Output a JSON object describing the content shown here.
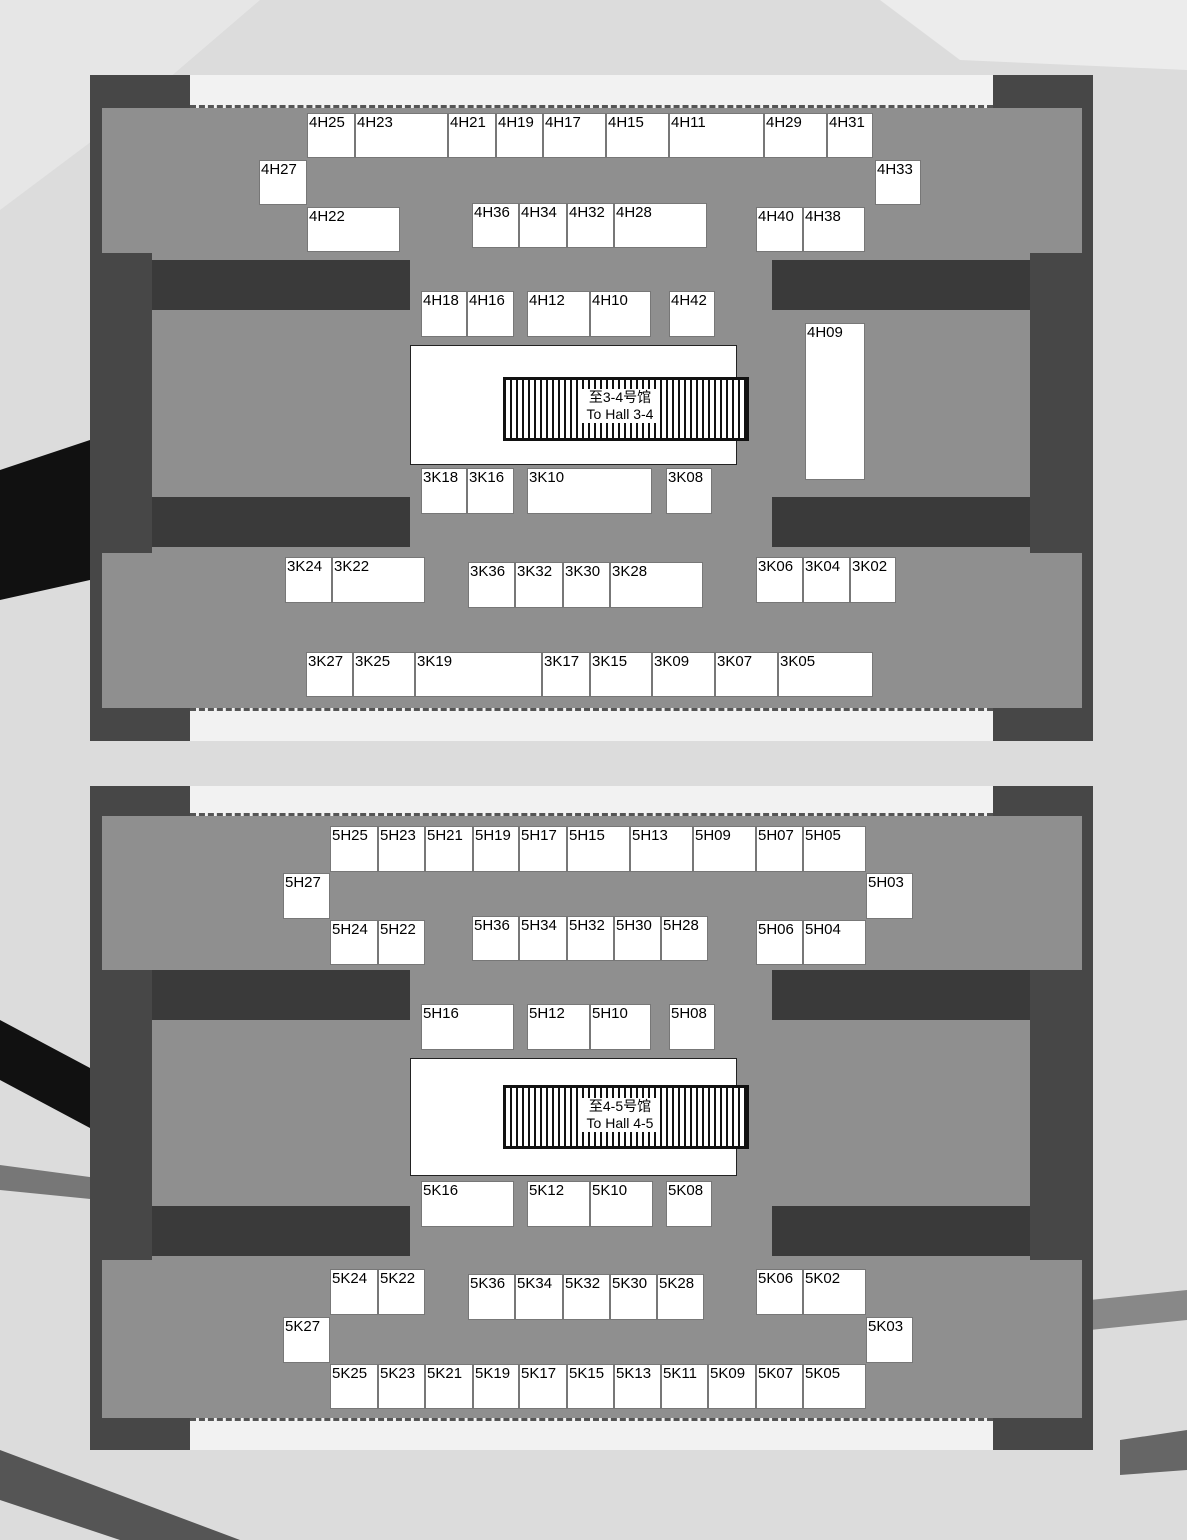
{
  "floors": [
    {
      "stair_label_cn": "至3-4号馆",
      "stair_label_en": "To Hall 3-4",
      "booths": [
        {
          "id": "4H25"
        },
        {
          "id": "4H23"
        },
        {
          "id": "4H21"
        },
        {
          "id": "4H19"
        },
        {
          "id": "4H17"
        },
        {
          "id": "4H15"
        },
        {
          "id": "4H11"
        },
        {
          "id": "4H29"
        },
        {
          "id": "4H31"
        },
        {
          "id": "4H27"
        },
        {
          "id": "4H33"
        },
        {
          "id": "4H22"
        },
        {
          "id": "4H36"
        },
        {
          "id": "4H34"
        },
        {
          "id": "4H32"
        },
        {
          "id": "4H28"
        },
        {
          "id": "4H40"
        },
        {
          "id": "4H38"
        },
        {
          "id": "4H18"
        },
        {
          "id": "4H16"
        },
        {
          "id": "4H12"
        },
        {
          "id": "4H10"
        },
        {
          "id": "4H42"
        },
        {
          "id": "4H09"
        },
        {
          "id": "3K18"
        },
        {
          "id": "3K16"
        },
        {
          "id": "3K10"
        },
        {
          "id": "3K08"
        },
        {
          "id": "3K24"
        },
        {
          "id": "3K22"
        },
        {
          "id": "3K36"
        },
        {
          "id": "3K32"
        },
        {
          "id": "3K30"
        },
        {
          "id": "3K28"
        },
        {
          "id": "3K06"
        },
        {
          "id": "3K04"
        },
        {
          "id": "3K02"
        },
        {
          "id": "3K27"
        },
        {
          "id": "3K25"
        },
        {
          "id": "3K19"
        },
        {
          "id": "3K17"
        },
        {
          "id": "3K15"
        },
        {
          "id": "3K09"
        },
        {
          "id": "3K07"
        },
        {
          "id": "3K05"
        }
      ]
    },
    {
      "stair_label_cn": "至4-5号馆",
      "stair_label_en": "To Hall 4-5",
      "booths": [
        {
          "id": "5H25"
        },
        {
          "id": "5H23"
        },
        {
          "id": "5H21"
        },
        {
          "id": "5H19"
        },
        {
          "id": "5H17"
        },
        {
          "id": "5H15"
        },
        {
          "id": "5H13"
        },
        {
          "id": "5H09"
        },
        {
          "id": "5H07"
        },
        {
          "id": "5H05"
        },
        {
          "id": "5H27"
        },
        {
          "id": "5H03"
        },
        {
          "id": "5H24"
        },
        {
          "id": "5H22"
        },
        {
          "id": "5H36"
        },
        {
          "id": "5H34"
        },
        {
          "id": "5H32"
        },
        {
          "id": "5H30"
        },
        {
          "id": "5H28"
        },
        {
          "id": "5H06"
        },
        {
          "id": "5H04"
        },
        {
          "id": "5H16"
        },
        {
          "id": "5H12"
        },
        {
          "id": "5H10"
        },
        {
          "id": "5H08"
        },
        {
          "id": "5K16"
        },
        {
          "id": "5K12"
        },
        {
          "id": "5K10"
        },
        {
          "id": "5K08"
        },
        {
          "id": "5K24"
        },
        {
          "id": "5K22"
        },
        {
          "id": "5K36"
        },
        {
          "id": "5K34"
        },
        {
          "id": "5K32"
        },
        {
          "id": "5K30"
        },
        {
          "id": "5K28"
        },
        {
          "id": "5K06"
        },
        {
          "id": "5K02"
        },
        {
          "id": "5K27"
        },
        {
          "id": "5K03"
        },
        {
          "id": "5K25"
        },
        {
          "id": "5K23"
        },
        {
          "id": "5K21"
        },
        {
          "id": "5K19"
        },
        {
          "id": "5K17"
        },
        {
          "id": "5K15"
        },
        {
          "id": "5K13"
        },
        {
          "id": "5K11"
        },
        {
          "id": "5K09"
        },
        {
          "id": "5K07"
        },
        {
          "id": "5K05"
        }
      ]
    }
  ]
}
